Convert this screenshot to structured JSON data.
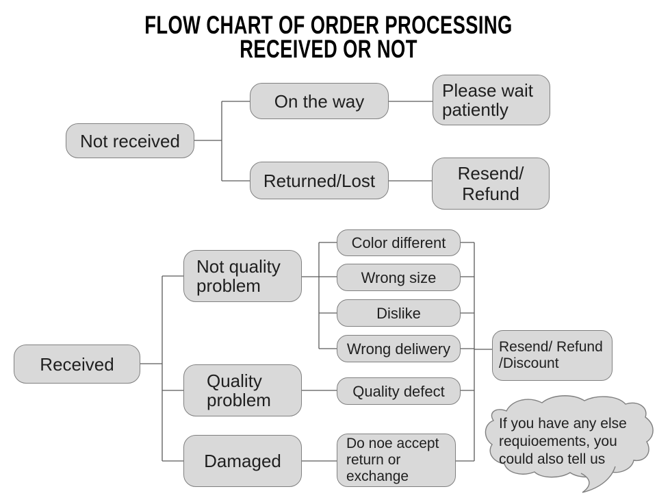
{
  "title": {
    "line1": "FLOW CHART OF ORDER PROCESSING",
    "line2": "RECEIVED OR NOT"
  },
  "colors": {
    "node_fill": "#d9d9d9",
    "node_border": "#7f7f7f",
    "connector_line": "#595959",
    "text": "#1f1f1f",
    "title_text": "#000000",
    "background": "#ffffff"
  },
  "not_received_flow": {
    "root": "Not received",
    "on_the_way": "On the way",
    "please_wait": "Please wait\npatiently",
    "returned_lost": "Returned/Lost",
    "resend_refund": "Resend/\nRefund"
  },
  "received_flow": {
    "root": "Received",
    "not_quality_problem": "Not quality\nproblem",
    "quality_problem": "Quality\nproblem",
    "damaged": "Damaged",
    "color_different": "Color different",
    "wrong_size": "Wrong size",
    "dislike": "Dislike",
    "wrong_delivery": "Wrong deliwery",
    "quality_defect": "Quality defect",
    "no_return_accept": "Do noe accept\nreturn or\nexchange",
    "resend_refund_discount": "Resend/ Refund\n/Discount"
  },
  "speech_bubble": {
    "text": "If you have any else\nrequioements, you\ncould also tell us"
  }
}
